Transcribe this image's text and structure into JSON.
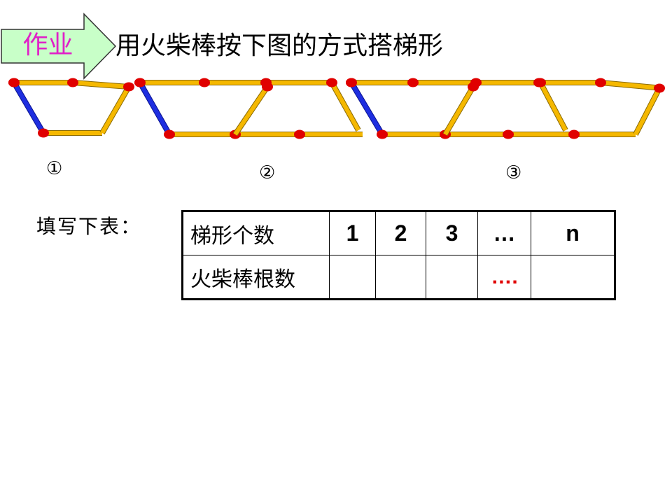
{
  "header": {
    "banner_label": "作业",
    "title": "用火柴棒按下图的方式搭梯形"
  },
  "figures": {
    "labels": [
      "①",
      "②",
      "③"
    ]
  },
  "table": {
    "intro": "填写下表：",
    "row1_header": "梯形个数",
    "row1_values": [
      "1",
      "2",
      "3",
      "…",
      "n"
    ],
    "row2_header": "火柴棒根数",
    "row2_values": [
      "",
      "",
      "",
      "….",
      ""
    ]
  },
  "colors": {
    "banner_fill": "#c8ffc8",
    "banner_text": "#e020c8",
    "match_body": "#f5b800",
    "match_head": "#e00000",
    "first_match": "#1e2ee0",
    "dots": "#e00000"
  }
}
